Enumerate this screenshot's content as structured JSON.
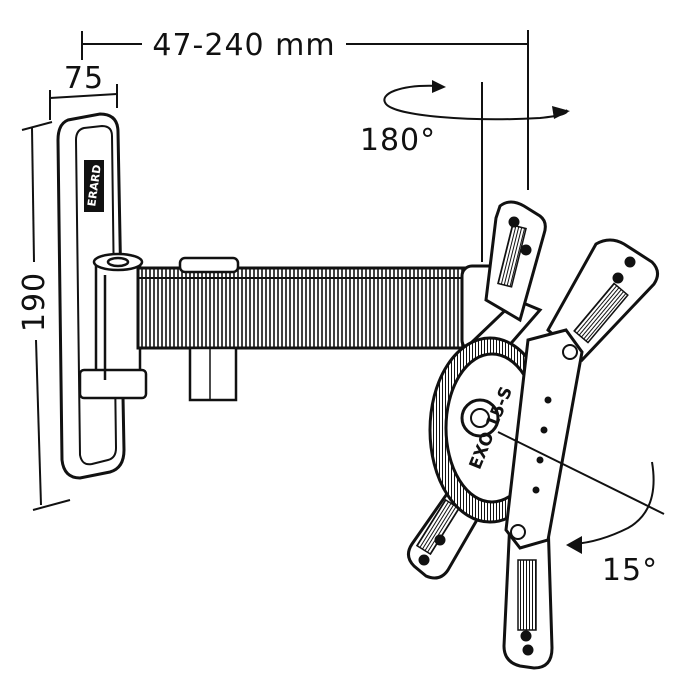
{
  "dimensions": {
    "arm_extension": "47-240 mm",
    "plate_width": "75",
    "plate_height": "190"
  },
  "angles": {
    "swivel": "180°",
    "tilt": "15°"
  },
  "branding": {
    "plate_logo": "ERARD",
    "head_model": "EXO 15-S"
  },
  "colors": {
    "line": "#111111",
    "background": "#ffffff"
  }
}
